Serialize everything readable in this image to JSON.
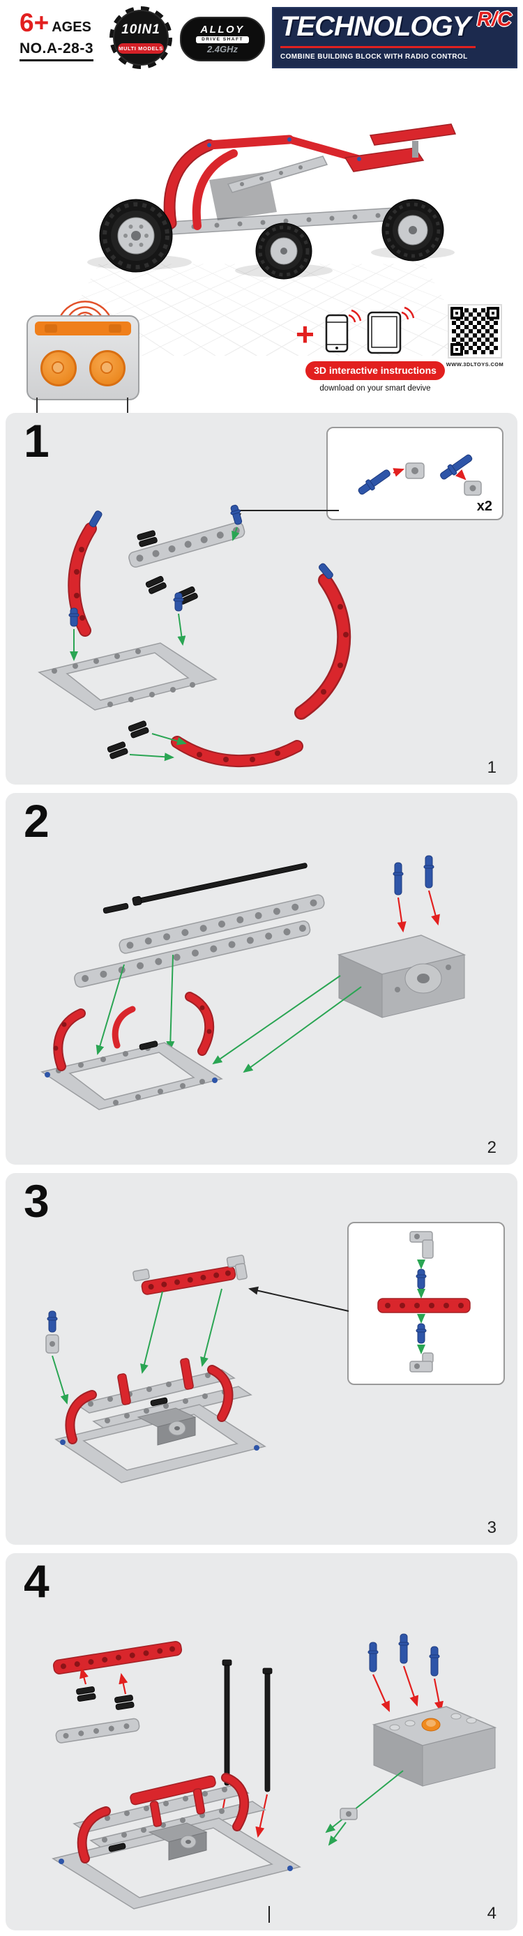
{
  "header": {
    "age": "6+",
    "age_label": "AGES",
    "model_no": "NO.A-28-3",
    "badge_10in1": {
      "top": "10IN1",
      "bottom": "MULTI MODELS"
    },
    "badge_alloy": {
      "line1": "ALLOY",
      "line2": "DRIVE SHAFT",
      "line3": "2.4GHz"
    },
    "logo": {
      "title": "TECHNOLOGY",
      "rc": "R/C",
      "tagline": "COMBINE BUILDING BLOCK WITH RADIO CONTROL"
    }
  },
  "promo": {
    "banner": "3D interactive instructions",
    "subtext": "download on your smart devive",
    "qr_caption": "WWW.3DLTOYS.COM"
  },
  "icons": {
    "plus": "+"
  },
  "steps": [
    {
      "number": "1",
      "page": "1",
      "callout_qty": "x2"
    },
    {
      "number": "2",
      "page": "2"
    },
    {
      "number": "3",
      "page": "3"
    },
    {
      "number": "4",
      "page": "4"
    }
  ],
  "colors": {
    "brand_red": "#e2201f",
    "logo_navy": "#1c2a4e",
    "panel_gray": "#e9eaeb",
    "beam_gray": "#c9cbce",
    "beam_red": "#d9262c",
    "pin_blue": "#2e55a8",
    "pin_black": "#1c1c1c",
    "arrow_green": "#2aa553",
    "remote_orange": "#f08a1e"
  }
}
